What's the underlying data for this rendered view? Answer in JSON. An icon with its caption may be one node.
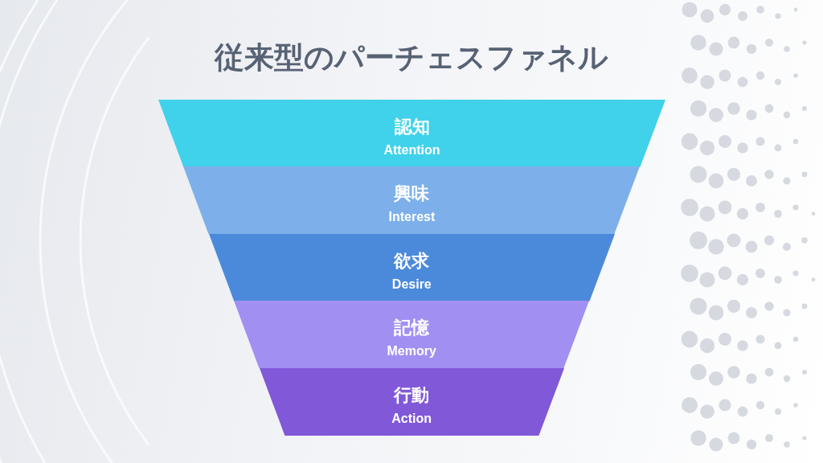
{
  "diagram": {
    "title": "従来型のパーチェスファネル",
    "nodes": [
      {
        "text": [
          "認知",
          "Attention"
        ]
      },
      {
        "text": [
          "興味",
          "Interest"
        ]
      },
      {
        "text": [
          "欲求",
          "Desire"
        ]
      },
      {
        "text": [
          "記憶",
          "Memory"
        ]
      },
      {
        "text": [
          "行動",
          "Action"
        ]
      }
    ]
  }
}
